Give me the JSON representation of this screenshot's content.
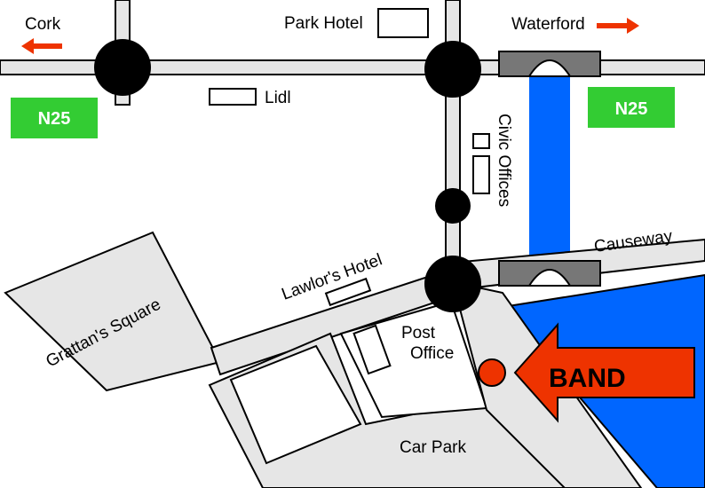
{
  "map": {
    "labels": {
      "cork": "Cork",
      "waterford": "Waterford",
      "park_hotel": "Park Hotel",
      "lidl": "Lidl",
      "civic_offices": "Civic Offices",
      "causeway": "Causeway",
      "lawlors_hotel": "Lawlor's Hotel",
      "grattans_square": "Grattan's Square",
      "post_office_line1": "Post",
      "post_office_line2": "Office",
      "car_park": "Car Park",
      "band": "BAND",
      "n25_left": "N25",
      "n25_right": "N25"
    },
    "colors": {
      "road_fill": "#e6e6e6",
      "outline": "#000000",
      "river": "#0066ff",
      "bridge": "#777777",
      "roundabout": "#000000",
      "arrow": "#ee3300",
      "marker": "#ee3300",
      "n25_sign": "#33cc33"
    },
    "icons": {
      "direction_left": "arrow-left-icon",
      "direction_right": "arrow-right-icon",
      "band_pointer": "big-arrow-left-icon",
      "band_location": "location-dot-icon"
    }
  }
}
